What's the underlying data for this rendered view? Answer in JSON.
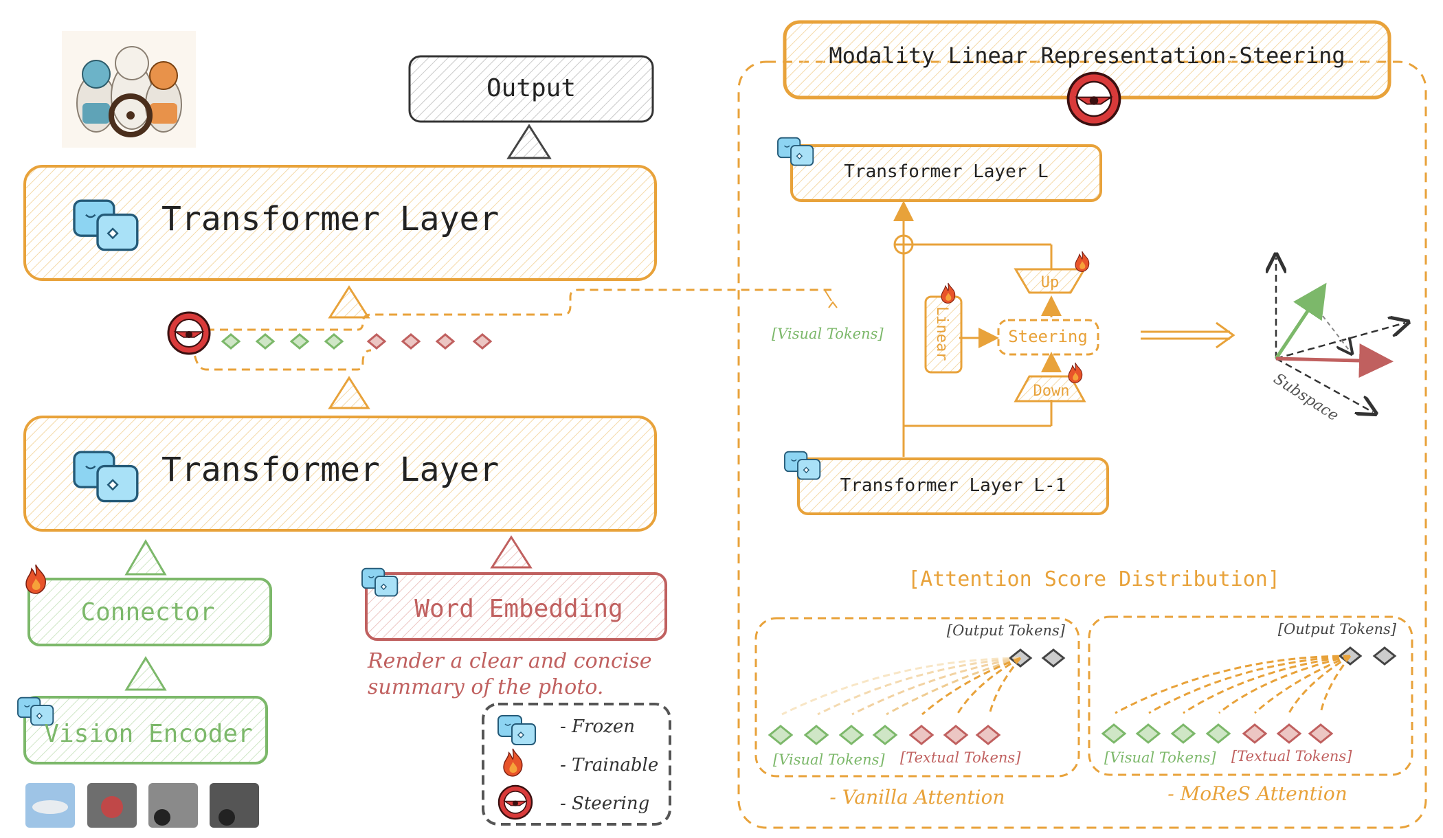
{
  "title": "Modality Linear Representation-Steering",
  "output_label": "Output",
  "left": {
    "transformer_top": "Transformer Layer",
    "transformer_bottom": "Transformer Layer",
    "connector": "Connector",
    "word_embedding": "Word Embedding",
    "vision_encoder": "Vision Encoder",
    "prompt_line1": "Render a clear and concise",
    "prompt_line2": "summary of the photo."
  },
  "legend": {
    "frozen": "- Frozen",
    "trainable": "- Trainable",
    "steering": "- Steering"
  },
  "right": {
    "layer_L": "Transformer Layer L",
    "layer_L1": "Transformer Layer L-1",
    "visual_tokens": "[Visual Tokens]",
    "linear": "Linear",
    "steering": "Steering",
    "up": "Up",
    "down": "Down",
    "subspace": "Subspace"
  },
  "attention": {
    "heading": "[Attention Score Distribution]",
    "output_tokens": "[Output Tokens]",
    "visual_tokens": "[Visual Tokens]",
    "textual_tokens": "[Textual Tokens]",
    "vanilla_caption": "- Vanilla Attention",
    "mores_caption": "- MoReS Attention"
  },
  "colors": {
    "orange": "#E8A23A",
    "green": "#7CB86A",
    "red": "#C0605F",
    "gray": "#444444",
    "ice": "#8DD4F2"
  }
}
